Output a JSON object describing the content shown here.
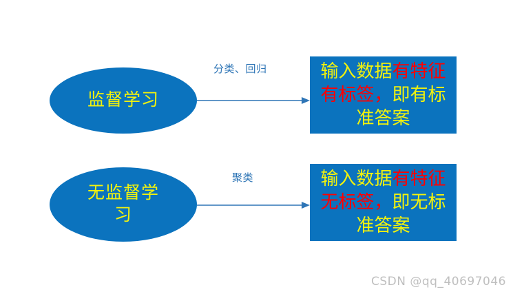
{
  "diagram": {
    "background_color": "#FFFFFF",
    "node_fill_color": "#0B73BE",
    "node_text_color": "#F2F20D",
    "highlight_text_color": "#FF0000",
    "arrow_color": "#2E75B6",
    "rows": [
      {
        "node_label": "监督学习",
        "arrow_label": "分类、回归",
        "result_segments": [
          {
            "text": "输入数据",
            "color": "yellow"
          },
          {
            "text": "有特征有标签，",
            "color": "red"
          },
          {
            "text": "即有标准答案",
            "color": "yellow"
          }
        ]
      },
      {
        "node_label": "无监督学习",
        "arrow_label": "聚类",
        "result_segments": [
          {
            "text": "输入数据",
            "color": "yellow"
          },
          {
            "text": "有特征无标签，",
            "color": "red"
          },
          {
            "text": "即无标准答案",
            "color": "yellow"
          }
        ]
      }
    ]
  },
  "watermark": {
    "text": "CSDN @qq_40697046"
  }
}
